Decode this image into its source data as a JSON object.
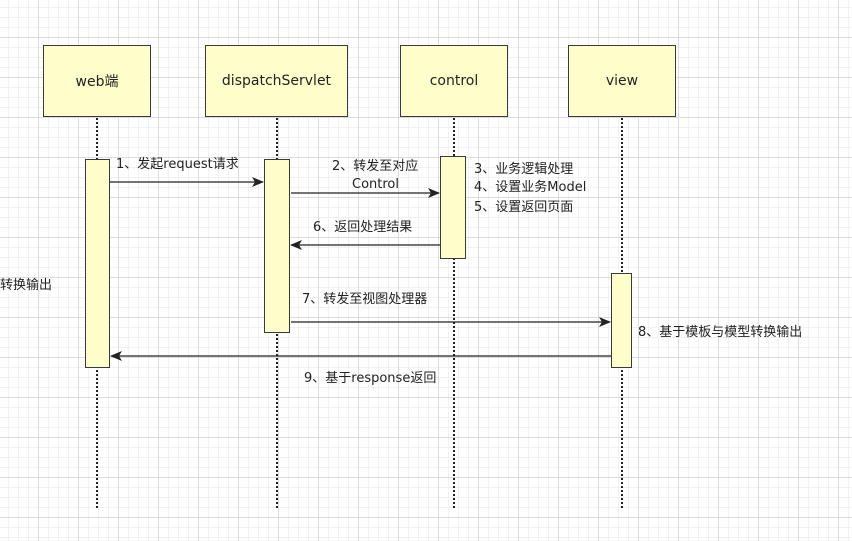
{
  "actors": {
    "web": "web端",
    "dispatch": "dispatchServlet",
    "control": "control",
    "view": "view"
  },
  "messages": {
    "m1": "1、发起request请求",
    "m2_line1": "2、转发至对应",
    "m2_line2": "Control",
    "m3": "3、业务逻辑处理",
    "m4": "4、设置业务Model",
    "m5": "5、设置返回页面",
    "m6": "6、返回处理结果",
    "m7": "7、转发至视图处理器",
    "m8": "8、基于模板与模型转换输出",
    "m9": "9、基于response返回"
  },
  "stray_text": "转换输出",
  "colors": {
    "box_fill": "#ffffcc",
    "box_border": "#36393d",
    "arrow": "#222222"
  }
}
